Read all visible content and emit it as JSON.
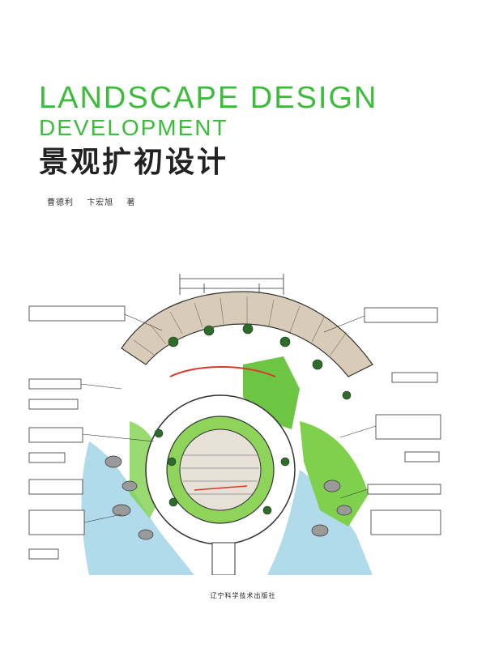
{
  "cover": {
    "title_en_line1": "LANDSCAPE DESIGN",
    "title_en_line2": "DEVELOPMENT",
    "title_cn": "景观扩初设计",
    "authors": [
      "曹德利",
      "卞宏旭",
      "著"
    ],
    "publisher": "辽宁科学技术出版社"
  },
  "colors": {
    "accent_green": "#3dbb3c",
    "lawn_green": "#6cc644",
    "water_blue": "#a9d7e8",
    "paving_tan": "#c9b8a0",
    "sketch_red": "#d83a2b"
  }
}
